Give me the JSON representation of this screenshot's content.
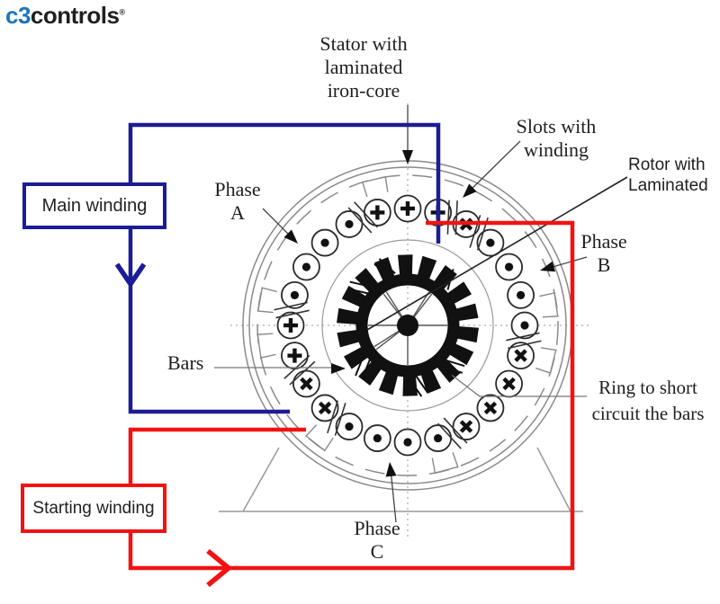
{
  "logo": {
    "c3": "c3",
    "controls": "controls",
    "registered": "®"
  },
  "colors": {
    "main_winding_wire": "#1c1c96",
    "starting_winding_wire": "#f21212",
    "logo_blue": "#1b75bc",
    "logo_dark": "#231f20",
    "diagram_gray": "#8a8a8a",
    "text": "#1f1f1f"
  },
  "boxes": {
    "main_winding": "Main winding",
    "starting_winding": "Starting winding"
  },
  "labels": {
    "stator": {
      "line1": "Stator with",
      "line2": "laminated",
      "line3": "iron-core"
    },
    "slots": {
      "line1": "Slots with",
      "line2": "winding"
    },
    "rotor": {
      "line1": "Rotor with",
      "line2": "Laminated"
    },
    "phase_a": {
      "line1": "Phase",
      "line2": "A"
    },
    "phase_b": {
      "line1": "Phase",
      "line2": "B"
    },
    "phase_c": {
      "line1": "Phase",
      "line2": "C"
    },
    "bars": "Bars",
    "ring": {
      "line1": "Ring to short",
      "line2": "circuit the bars"
    }
  },
  "winding": {
    "slots": [
      {
        "angle": 105,
        "symbol": "plus"
      },
      {
        "angle": 90,
        "symbol": "plus"
      },
      {
        "angle": 75,
        "symbol": "plus"
      },
      {
        "angle": 60,
        "symbol": "cross"
      },
      {
        "angle": 45,
        "symbol": "dot"
      },
      {
        "angle": 30,
        "symbol": "dot"
      },
      {
        "angle": 15,
        "symbol": "dot"
      },
      {
        "angle": 0,
        "symbol": "dot"
      },
      {
        "angle": 345,
        "symbol": "cross"
      },
      {
        "angle": 330,
        "symbol": "cross"
      },
      {
        "angle": 315,
        "symbol": "cross"
      },
      {
        "angle": 300,
        "symbol": "cross"
      },
      {
        "angle": 285,
        "symbol": "dot"
      },
      {
        "angle": 270,
        "symbol": "dot"
      },
      {
        "angle": 255,
        "symbol": "dot"
      },
      {
        "angle": 240,
        "symbol": "dot"
      },
      {
        "angle": 225,
        "symbol": "cross"
      },
      {
        "angle": 210,
        "symbol": "cross"
      },
      {
        "angle": 195,
        "symbol": "plus"
      },
      {
        "angle": 180,
        "symbol": "plus"
      },
      {
        "angle": 165,
        "symbol": "dot"
      },
      {
        "angle": 150,
        "symbol": "dot"
      },
      {
        "angle": 135,
        "symbol": "dot"
      },
      {
        "angle": 120,
        "symbol": "dot"
      }
    ],
    "separator_tick_angles": [
      52.5,
      67.5,
      112.5,
      172.5,
      202.5,
      232.5,
      292.5,
      352.5
    ]
  },
  "rotor": {
    "teeth": 18,
    "ring_tick_angles": [
      50,
      112,
      142,
      223,
      280,
      318
    ],
    "spoke_angles": [
      0,
      52.5,
      57.5,
      122.5,
      127.5,
      180,
      212.5,
      217.5,
      270
    ]
  },
  "stator": {
    "slot_opening_angles": [
      8,
      103,
      170,
      188,
      232,
      285,
      346
    ]
  }
}
